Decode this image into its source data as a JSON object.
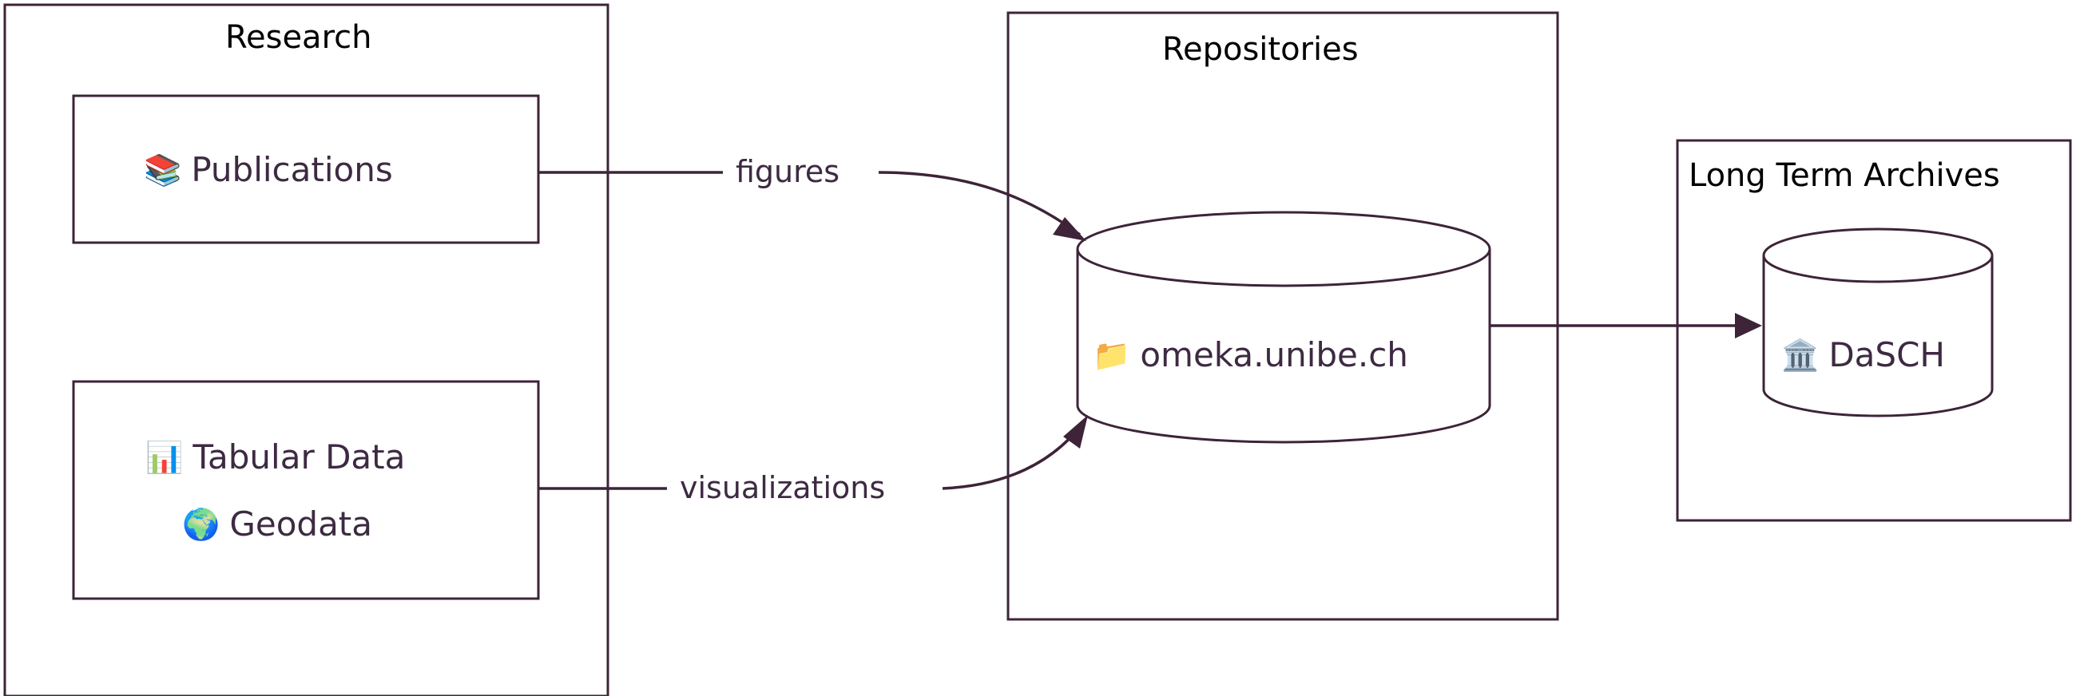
{
  "diagram": {
    "type": "flowchart",
    "direction": "left-to-right",
    "theme_stroke": "#3d2438",
    "node_text_color": "#3d2a42",
    "cluster_title_color": "#000000",
    "background": "#ffffff"
  },
  "clusters": [
    {
      "id": "research",
      "title": "Research"
    },
    {
      "id": "repositories",
      "title": "Repositories"
    },
    {
      "id": "archives",
      "title": "Long Term Archives"
    }
  ],
  "nodes": [
    {
      "id": "publications",
      "shape": "rect",
      "label": "Publications",
      "icon": "books-emoji",
      "icon_glyph": "📚",
      "cluster": "research"
    },
    {
      "id": "datasets",
      "shape": "rect",
      "cluster": "research",
      "lines": [
        {
          "label": "Tabular Data",
          "icon": "bar-chart-emoji",
          "icon_glyph": "📊"
        },
        {
          "label": "Geodata",
          "icon": "globe-emoji",
          "icon_glyph": "🌍"
        }
      ]
    },
    {
      "id": "omeka",
      "shape": "cylinder",
      "label": "omeka.unibe.ch",
      "icon": "folder-emoji",
      "icon_glyph": "📁",
      "cluster": "repositories"
    },
    {
      "id": "dasch",
      "shape": "cylinder",
      "label": "DaSCH",
      "icon": "classical-building-emoji",
      "icon_glyph": "🏛️",
      "cluster": "archives"
    }
  ],
  "edges": [
    {
      "id": "edge-figures",
      "from": "publications",
      "to": "omeka",
      "label": "figures",
      "arrow": true
    },
    {
      "id": "edge-visualizations",
      "from": "datasets",
      "to": "omeka",
      "label": "visualizations",
      "arrow": true
    },
    {
      "id": "edge-omeka-dasch",
      "from": "omeka",
      "to": "dasch",
      "label": "",
      "arrow": true
    }
  ]
}
